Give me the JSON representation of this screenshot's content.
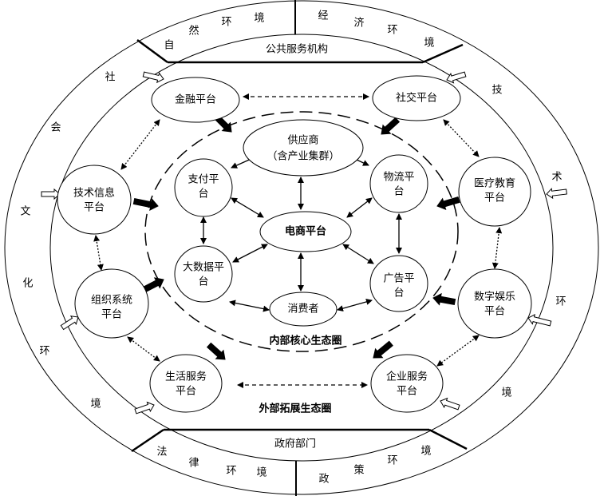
{
  "environment": {
    "natural": [
      "自",
      "然",
      "环",
      "境"
    ],
    "economic": [
      "经",
      "济",
      "环",
      "境"
    ],
    "technology": [
      "技",
      "术",
      "环",
      "境"
    ],
    "social_culture": [
      "社",
      "会",
      "文",
      "化",
      "环",
      "境"
    ],
    "legal": [
      "法",
      "律",
      "环",
      "境"
    ],
    "policy": [
      "政",
      "策",
      "环",
      "境"
    ]
  },
  "bands": {
    "top": "公共服务机构",
    "bottom": "政府部门"
  },
  "outer_platforms": {
    "finance": [
      "金融平台"
    ],
    "social": [
      "社交平台"
    ],
    "tech_info": [
      "技术信息",
      "平台"
    ],
    "medical_edu": [
      "医疗教育",
      "平台"
    ],
    "org_system": [
      "组织系统",
      "平台"
    ],
    "digital_ent": [
      "数字娱乐",
      "平台"
    ],
    "life_service": [
      "生活服务",
      "平台"
    ],
    "enterprise_service": [
      "企业服务",
      "平台"
    ]
  },
  "core": {
    "supplier": [
      "供应商",
      "（含产业集群）"
    ],
    "payment": [
      "支付平",
      "台"
    ],
    "logistics": [
      "物流平",
      "台"
    ],
    "ecommerce": "电商平台",
    "bigdata": [
      "大数据平",
      "台"
    ],
    "ads": [
      "广告平",
      "台"
    ],
    "consumer": "消费者"
  },
  "labels": {
    "inner": "内部核心生态圈",
    "outer": "外部拓展生态圈"
  }
}
